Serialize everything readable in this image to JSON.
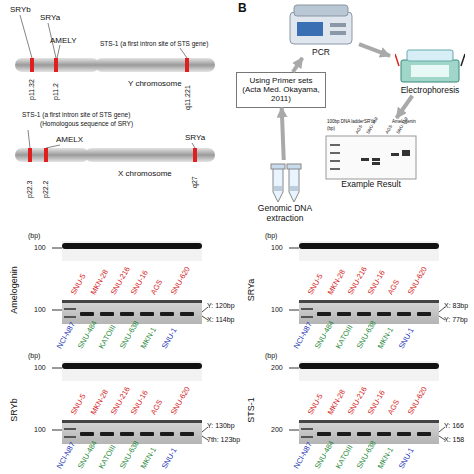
{
  "diagram": {
    "nodes": [
      {
        "text": [
          "Using Primer sets (Acta Med. Okayama, 2011)"
        ]
      },
      {
        "text": [
          "PCR"
        ]
      },
      {
        "text": [
          "Electrophoresis"
        ]
      },
      {
        "text": [
          "Genomic DNA extraction"
        ]
      },
      {
        "text": [
          "Example Result"
        ]
      }
    ],
    "edges": [
      {
        "from": 3,
        "to": 0,
        "arrow": "to"
      },
      {
        "from": 0,
        "to": 1,
        "arrow": "to"
      },
      {
        "from": 1,
        "to": 2,
        "arrow": "to"
      },
      {
        "from": 2,
        "to": 4,
        "arrow": "to"
      }
    ],
    "labels": [
      "SRYb",
      "SRYa",
      "AMELY",
      "STS-1 (a first intron site of STS gene)",
      "p11.32",
      "p11.2",
      "q11.221",
      "Y chromosome",
      "STS-1 (a first intron site of STS gene)",
      "(Homologous sequence of SRY)",
      "AMELX",
      "SRYa",
      "p22.3",
      "p22.2",
      "q27",
      "X chromosome",
      "B",
      "100bp DNA ladder",
      "SRYa",
      "Amelogenin",
      "AGS",
      "SNU-719",
      "AGS",
      "SNU-719",
      "(bp)",
      "Amelogenin",
      "(bp)",
      "100",
      "SNU-5",
      "MKN-28",
      "SNU-216",
      "SNU-16",
      "AGS",
      "SNU-620",
      "100",
      "NCI-N87",
      "SNU-484",
      "KATOIII",
      "SNU-638",
      "MKN-1",
      "SNU-1",
      "Y: 120bp",
      "X: 114bp",
      "SRYa",
      "(bp)",
      "100",
      "SNU-5",
      "MKN-28",
      "SNU-216",
      "SNU-16",
      "AGS",
      "SNU-620",
      "100",
      "NCI-N87",
      "SNU-484",
      "KATOIII",
      "SNU-638",
      "MKN-1",
      "SNU-1",
      "X: 83bp",
      "Y: 77bp",
      "SRYb",
      "(bp)",
      "100",
      "SNU-5",
      "MKN-28",
      "SNU-216",
      "SNU-16",
      "AGS",
      "SNU-620",
      "100",
      "NCI-N87",
      "SNU-484",
      "KATOIII",
      "SNU-638",
      "MKN-1",
      "SNU-1",
      "Y: 130bp",
      "7th: 123bp",
      "STS-1",
      "(bp)",
      "200",
      "SNU-5",
      "MKN-28",
      "SNU-216",
      "SNU-16",
      "AGS",
      "SNU-620",
      "200",
      "NCI-N87",
      "SNU-484",
      "KATOIII",
      "SNU-638",
      "MKN-1",
      "SNU-1",
      "Y: 166",
      "X: 158"
    ]
  }
}
